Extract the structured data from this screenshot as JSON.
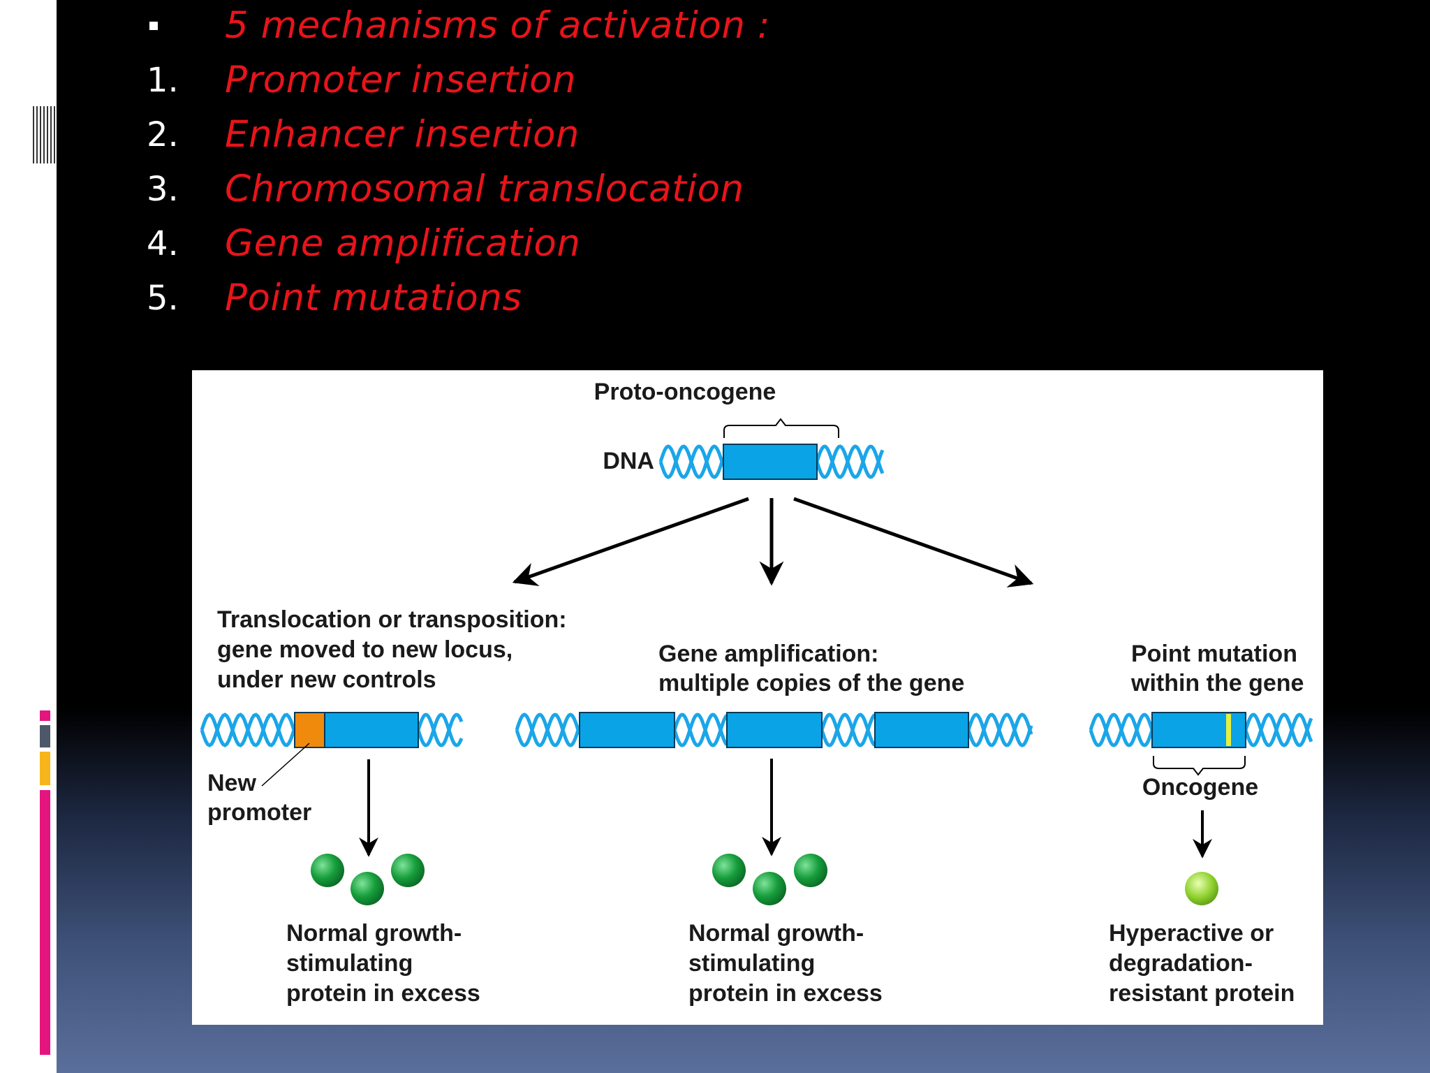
{
  "bullets": {
    "heading": "5 mechanisms of activation :",
    "items": [
      {
        "num": "1.",
        "text": "Promoter insertion"
      },
      {
        "num": "2.",
        "text": "Enhancer insertion"
      },
      {
        "num": "3.",
        "text": "Chromosomal  translocation"
      },
      {
        "num": "4.",
        "text": "Gene amplification"
      },
      {
        "num": "5.",
        "text": "Point mutations"
      }
    ]
  },
  "figure": {
    "proto_label": "Proto-oncogene",
    "dna_label": "DNA",
    "translocation": {
      "lines": [
        "Translocation or transposition:",
        "gene moved to new locus,",
        "under new controls"
      ],
      "new_promoter": [
        "New",
        "promoter"
      ],
      "result": [
        "Normal growth-",
        "stimulating",
        "protein in excess"
      ]
    },
    "amplification": {
      "lines": [
        "Gene amplification:",
        "multiple copies of the gene"
      ],
      "result": [
        "Normal growth-",
        "stimulating",
        "protein in excess"
      ]
    },
    "point_mutation": {
      "lines": [
        "Point mutation",
        "within the gene"
      ],
      "oncogene_label": "Oncogene",
      "result": [
        "Hyperactive or",
        "degradation-",
        "resistant protein"
      ]
    }
  },
  "colors": {
    "gene_blue": "#0aa3e6",
    "helix": "#1aa6e8",
    "promoter_orange": "#f08a0c",
    "mutation_yellow": "#e6f03c",
    "protein_green": "#179e3c",
    "protein_hyper": "#8fd12e",
    "bullet_red": "#e8141a",
    "accent_pink": "#e5157f",
    "accent_gold": "#f6b51a",
    "accent_gray": "#4d5968"
  }
}
